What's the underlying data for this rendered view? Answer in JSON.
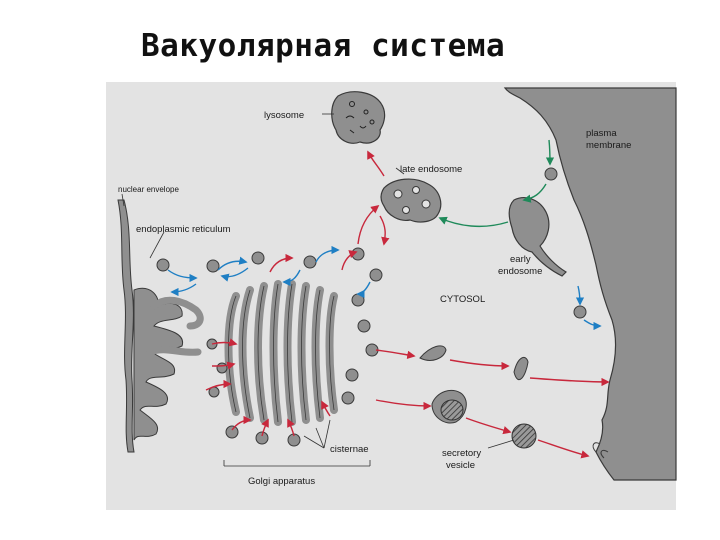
{
  "title": "Вакуолярная система",
  "labels": {
    "lysosome": "lysosome",
    "late_endosome": "late endosome",
    "plasma_membrane_1": "plasma",
    "plasma_membrane_2": "membrane",
    "nuclear_envelope": "nuclear envelope",
    "endoplasmic_reticulum": "endoplasmic reticulum",
    "early_endosome_1": "early",
    "early_endosome_2": "endosome",
    "cytosol": "CYTOSOL",
    "cisternae": "cisternae",
    "secretory_vesicle_1": "secretory",
    "secretory_vesicle_2": "vesicle",
    "golgi_apparatus": "Golgi apparatus"
  },
  "colors": {
    "organelle_fill": "#8f8f8f",
    "organelle_stroke": "#3a3a3a",
    "background": "#e3e3e3",
    "arrow_red": "#c8283c",
    "arrow_blue": "#1f7fc4",
    "arrow_green": "#1f8a5a"
  }
}
